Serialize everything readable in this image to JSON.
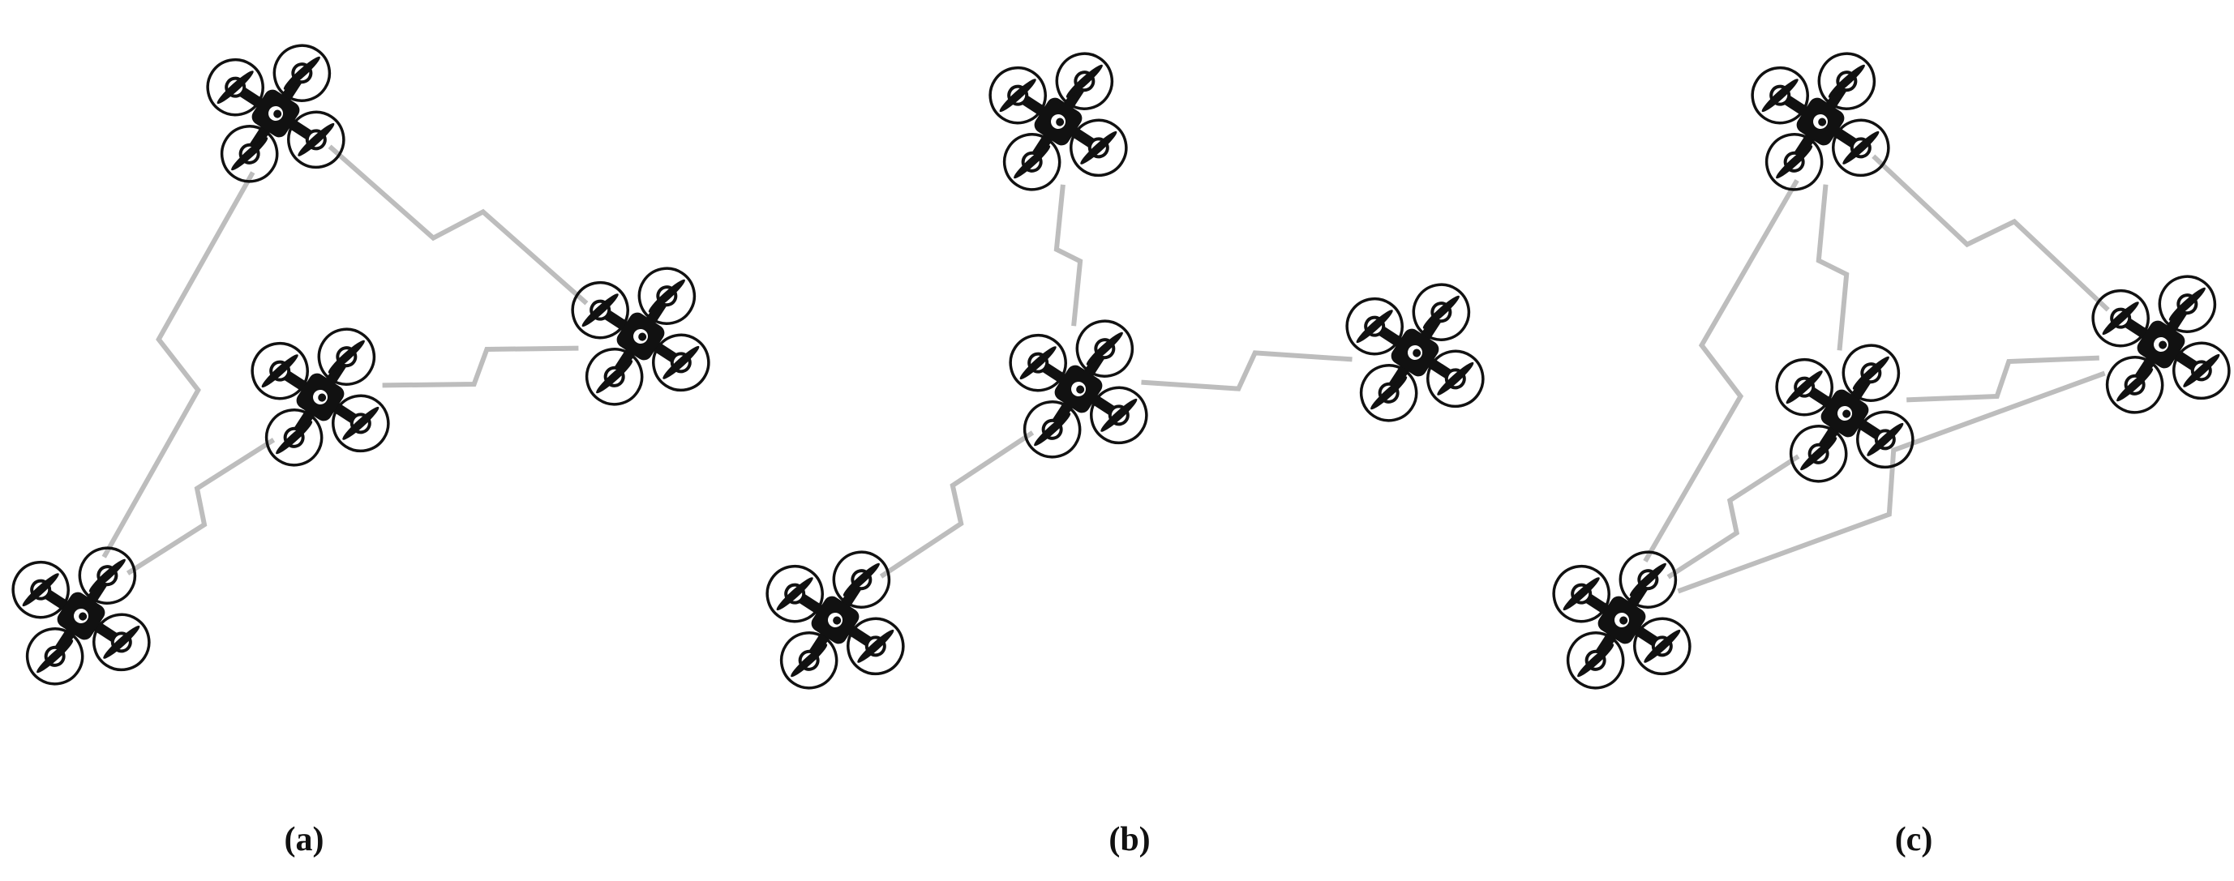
{
  "figure": {
    "background_color": "#ffffff",
    "drone_icon": "quadcopter-drone-icon",
    "link_icon": "wireless-link-lightning-icon",
    "drone_body_color": "#111111",
    "link_color": "#bdbdbd",
    "panels": [
      {
        "label": "(a)",
        "drone_count": 4,
        "links": [
          [
            "top",
            "right"
          ],
          [
            "center",
            "right"
          ],
          [
            "top",
            "bottom"
          ],
          [
            "bottom",
            "center"
          ]
        ]
      },
      {
        "label": "(b)",
        "drone_count": 4,
        "links": [
          [
            "top",
            "center"
          ],
          [
            "center",
            "right"
          ],
          [
            "bottom",
            "center"
          ]
        ]
      },
      {
        "label": "(c)",
        "drone_count": 4,
        "links": [
          [
            "top",
            "right"
          ],
          [
            "top",
            "center"
          ],
          [
            "center",
            "right"
          ],
          [
            "top",
            "bottom"
          ],
          [
            "bottom",
            "center"
          ],
          [
            "bottom",
            "right"
          ]
        ]
      }
    ]
  }
}
